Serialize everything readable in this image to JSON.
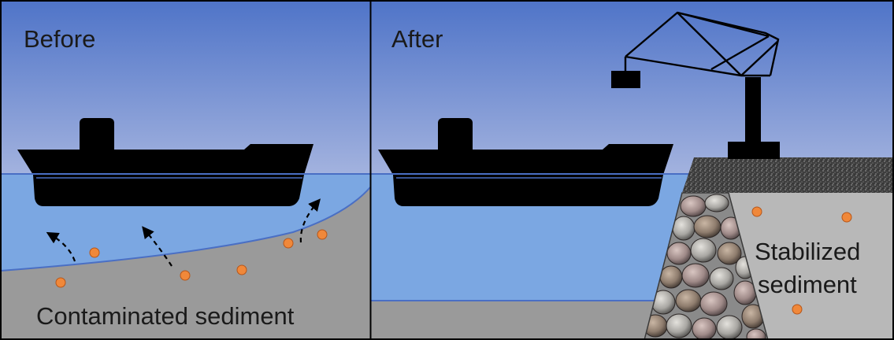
{
  "panels": {
    "before": {
      "title": "Before",
      "caption": "Contaminated sediment"
    },
    "after": {
      "title": "After",
      "caption_line1": "Stabilized",
      "caption_line2": "sediment"
    }
  },
  "colors": {
    "sky_top": "#4f74c8",
    "sky_bottom": "#e6e8f2",
    "water": "#7ba7e2",
    "water_line": "#4a6fc4",
    "sediment": "#9a9a9a",
    "ship": "#000000",
    "particle": "#f0883a",
    "pavement": "#4a4a4a",
    "border": "#000000"
  },
  "icons": {
    "ship": "ship-silhouette-icon",
    "crane": "crane-icon",
    "arrow": "dashed-curved-arrow-icon",
    "particle": "contaminant-particle-icon",
    "rocks": "riprap-rock-icon"
  }
}
